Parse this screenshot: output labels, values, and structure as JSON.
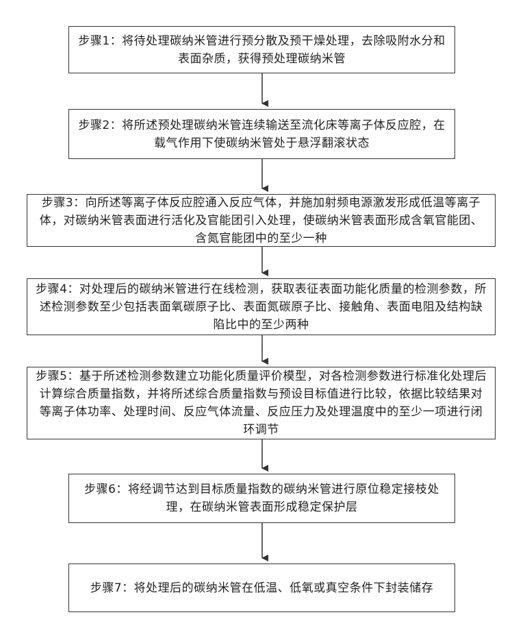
{
  "steps": [
    {
      "text": "步骤1：将待处理碳纳米管进行预分散及预干燥处理，去除吸附水分和表面杂质，获得预处理碳纳米管"
    },
    {
      "text": "步骤2：将所述预处理碳纳米管连续输送至流化床等离子体反应腔，在载气作用下使碳纳米管处于悬浮翻滚状态"
    },
    {
      "text": "步骤3：向所述等离子体反应腔通入反应气体，并施加射频电源激发形成低温等离子体，对碳纳米管表面进行活化及官能团引入处理，使碳纳米管表面形成含氧官能团、含氮官能团中的至少一种"
    },
    {
      "text": "步骤4：对处理后的碳纳米管进行在线检测，获取表征表面功能化质量的检测参数，所述检测参数至少包括表面氧碳原子比、表面氮碳原子比、接触角、表面电阻及结构缺陷比中的至少两种"
    },
    {
      "text": "步骤5：基于所述检测参数建立功能化质量评价模型，对各检测参数进行标准化处理后计算综合质量指数，并将所述综合质量指数与预设目标值进行比较，依据比较结果对等离子体功率、处理时间、反应气体流量、反应压力及处理温度中的至少一项进行闭环调节"
    },
    {
      "text": "步骤6：将经调节达到目标质量指数的碳纳米管进行原位稳定接枝处理，在碳纳米管表面形成稳定保护层"
    },
    {
      "text": "步骤7：将处理后的碳纳米管在低温、低氧或真空条件下封装储存"
    }
  ]
}
